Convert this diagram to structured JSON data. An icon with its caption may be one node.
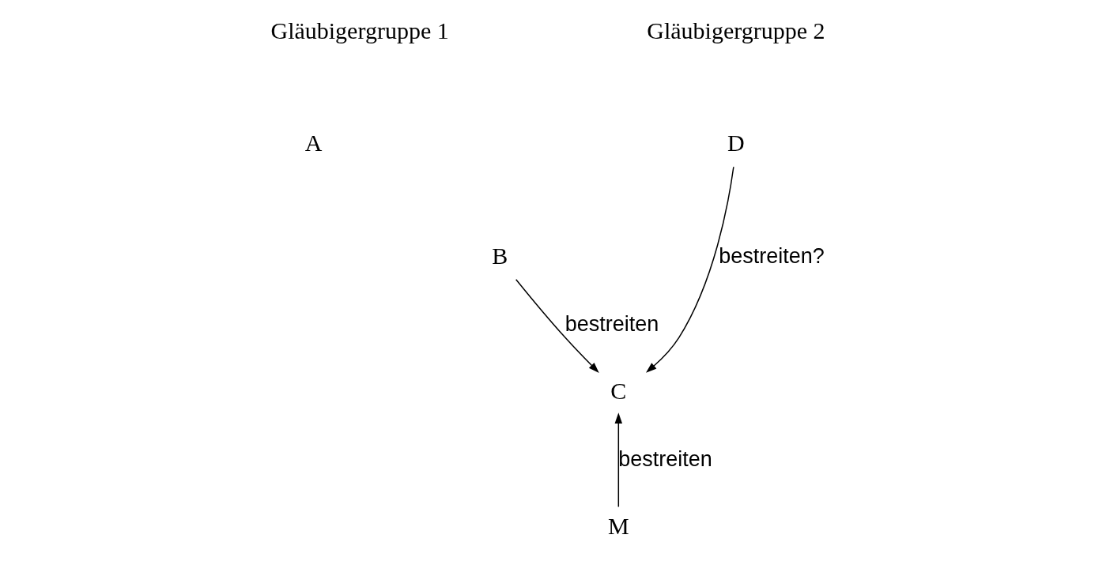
{
  "diagram": {
    "nodes": [
      {
        "text": [
          "A"
        ]
      },
      {
        "text": [
          "B"
        ]
      },
      {
        "text": [
          "C"
        ]
      },
      {
        "text": [
          "D"
        ]
      },
      {
        "text": [
          "M"
        ]
      }
    ],
    "edges": [
      {
        "from": 1,
        "to": 2,
        "arrow": "to",
        "label": "bestreiten"
      },
      {
        "from": 3,
        "to": 2,
        "arrow": "to",
        "label": "bestreiten?"
      },
      {
        "from": 4,
        "to": 2,
        "arrow": "to",
        "label": "bestreiten"
      }
    ],
    "labels": [
      "Gläubigergruppe 1",
      "Gläubigergruppe 2"
    ]
  }
}
